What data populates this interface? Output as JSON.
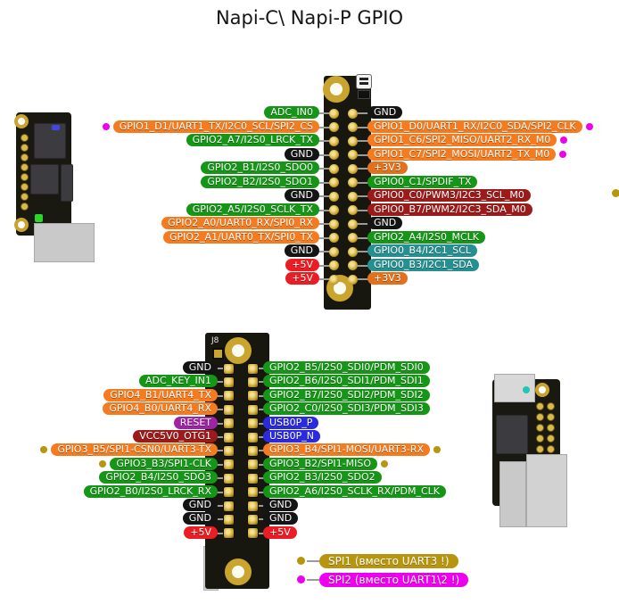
{
  "title": "Napi-C\\ Napi-P GPIO",
  "colors": {
    "green": "#169616",
    "orange": "#f57b20",
    "power": "#e2701c",
    "black": "#141414",
    "red": "#ec1c24",
    "darkred": "#9b1b1b",
    "teal": "#268f8f",
    "purple": "#9e23a5",
    "blue": "#2a2ae0",
    "gold": "#b8950e",
    "magenta": "#ee00ee"
  },
  "top_header": {
    "rows": [
      {
        "left": {
          "label": "ADC_IN0",
          "color": "green"
        },
        "right": {
          "label": "GND",
          "color": "black"
        }
      },
      {
        "left": {
          "label": "GPIO1_D1/UART1_TX/I2C0_SCL/SPI2_CS",
          "color": "orange",
          "dot": "magenta"
        },
        "right": {
          "label": "GPIO1_D0/UART1_RX/I2C0_SDA/SPI2_CLK",
          "color": "orange",
          "dot": "magenta"
        }
      },
      {
        "left": {
          "label": "GPIO2_A7/I2S0_LRCK_TX",
          "color": "green"
        },
        "right": {
          "label": "GPIO1_C6/SPI2_MISO/UART2_RX_M0",
          "color": "orange",
          "dot": "magenta"
        }
      },
      {
        "left": {
          "label": "GND",
          "color": "black"
        },
        "right": {
          "label": "GPIO1_C7/SPI2_MOSI/UART2_TX_M0",
          "color": "orange",
          "dot": "magenta"
        }
      },
      {
        "left": {
          "label": "GPIO2_B1/I2S0_SDO0",
          "color": "green"
        },
        "right": {
          "label": "+3V3",
          "color": "power"
        }
      },
      {
        "left": {
          "label": "GPIO2_B2/I2S0_SDO1",
          "color": "green"
        },
        "right": {
          "label": "GPIO0_C1/SPDIF_TX",
          "color": "green"
        }
      },
      {
        "left": {
          "label": "GND",
          "color": "black"
        },
        "right": {
          "label": "GPIO0_C0/PWM3/I2C3_SCL_M0",
          "color": "darkred"
        }
      },
      {
        "left": {
          "label": "GPIO2_A5/I2S0_SCLK_TX",
          "color": "green"
        },
        "right": {
          "label": "GPIO0_B7/PWM2/I2C3_SDA_M0",
          "color": "darkred"
        }
      },
      {
        "left": {
          "label": "GPIO2_A0/UART0_RX/SPI0_RX",
          "color": "orange"
        },
        "right": {
          "label": "GND",
          "color": "black"
        }
      },
      {
        "left": {
          "label": "GPIO2_A1/UART0_TX/SPI0_TX",
          "color": "orange"
        },
        "right": {
          "label": "GPIO2_A4/I2S0_MCLK",
          "color": "green"
        }
      },
      {
        "left": {
          "label": "GND",
          "color": "black"
        },
        "right": {
          "label": "GPIO0_B4/I2C1_SCL",
          "color": "teal"
        }
      },
      {
        "left": {
          "label": "+5V",
          "color": "red"
        },
        "right": {
          "label": "GPIO0_B3/I2C1_SDA",
          "color": "teal"
        }
      },
      {
        "left": {
          "label": "+5V",
          "color": "red"
        },
        "right": {
          "label": "+3V3",
          "color": "power"
        }
      }
    ]
  },
  "bottom_header": {
    "designator": "J8",
    "rows": [
      {
        "left": {
          "label": "GND",
          "color": "black"
        },
        "right": {
          "label": "GPIO2_B5/I2S0_SDI0/PDM_SDI0",
          "color": "green"
        }
      },
      {
        "left": {
          "label": "ADC_KEY_IN1",
          "color": "green"
        },
        "right": {
          "label": "GPIO2_B6/I2S0_SDI1/PDM_SDI1",
          "color": "green"
        }
      },
      {
        "left": {
          "label": "GPIO4_B1/UART4_TX",
          "color": "orange"
        },
        "right": {
          "label": "GPIO2_B7/I2S0_SDI2/PDM_SDI2",
          "color": "green"
        }
      },
      {
        "left": {
          "label": "GPIO4_B0/UART4_RX",
          "color": "orange"
        },
        "right": {
          "label": "GPIO2_C0/I2S0_SDI3/PDM_SDI3",
          "color": "green"
        }
      },
      {
        "left": {
          "label": "RESET",
          "color": "purple"
        },
        "right": {
          "label": "USB0P_P",
          "color": "blue"
        }
      },
      {
        "left": {
          "label": "VCC5V0_OTG1",
          "color": "darkred"
        },
        "right": {
          "label": "USB0P_N",
          "color": "blue"
        }
      },
      {
        "left": {
          "label": "GPIO3_B5/SPI1-CSN0/UART3-TX",
          "color": "orange",
          "dot": "gold"
        },
        "right": {
          "label": "GPIO3_B4/SPI1-MOSI/UART3-RX",
          "color": "orange",
          "dot": "gold"
        }
      },
      {
        "left": {
          "label": "GPIO3_B3/SPI1-CLK",
          "color": "green",
          "dot": "gold"
        },
        "right": {
          "label": "GPIO3_B2/SPI1-MISO",
          "color": "green",
          "dot": "gold"
        }
      },
      {
        "left": {
          "label": "GPIO2_B4/I2S0_SDO3",
          "color": "green"
        },
        "right": {
          "label": "GPIO2_B3/I2S0_SDO2",
          "color": "green"
        }
      },
      {
        "left": {
          "label": "GPIO2_B0/I2S0_LRCK_RX",
          "color": "green"
        },
        "right": {
          "label": "GPIO2_A6/I2S0_SCLK_RX/PDM_CLK",
          "color": "green"
        }
      },
      {
        "left": {
          "label": "GND",
          "color": "black"
        },
        "right": {
          "label": "GND",
          "color": "black"
        }
      },
      {
        "left": {
          "label": "GND",
          "color": "black"
        },
        "right": {
          "label": "GND",
          "color": "black"
        }
      },
      {
        "left": {
          "label": "+5V",
          "color": "red"
        },
        "right": {
          "label": "+5V",
          "color": "red"
        }
      }
    ]
  },
  "legend": [
    {
      "dot": "gold",
      "pill": "gold",
      "label": "SPI1 (вместо UART3 !)"
    },
    {
      "dot": "magenta",
      "pill": "magenta",
      "label": "SPI2 (вместо UART1\\2 !)"
    }
  ]
}
